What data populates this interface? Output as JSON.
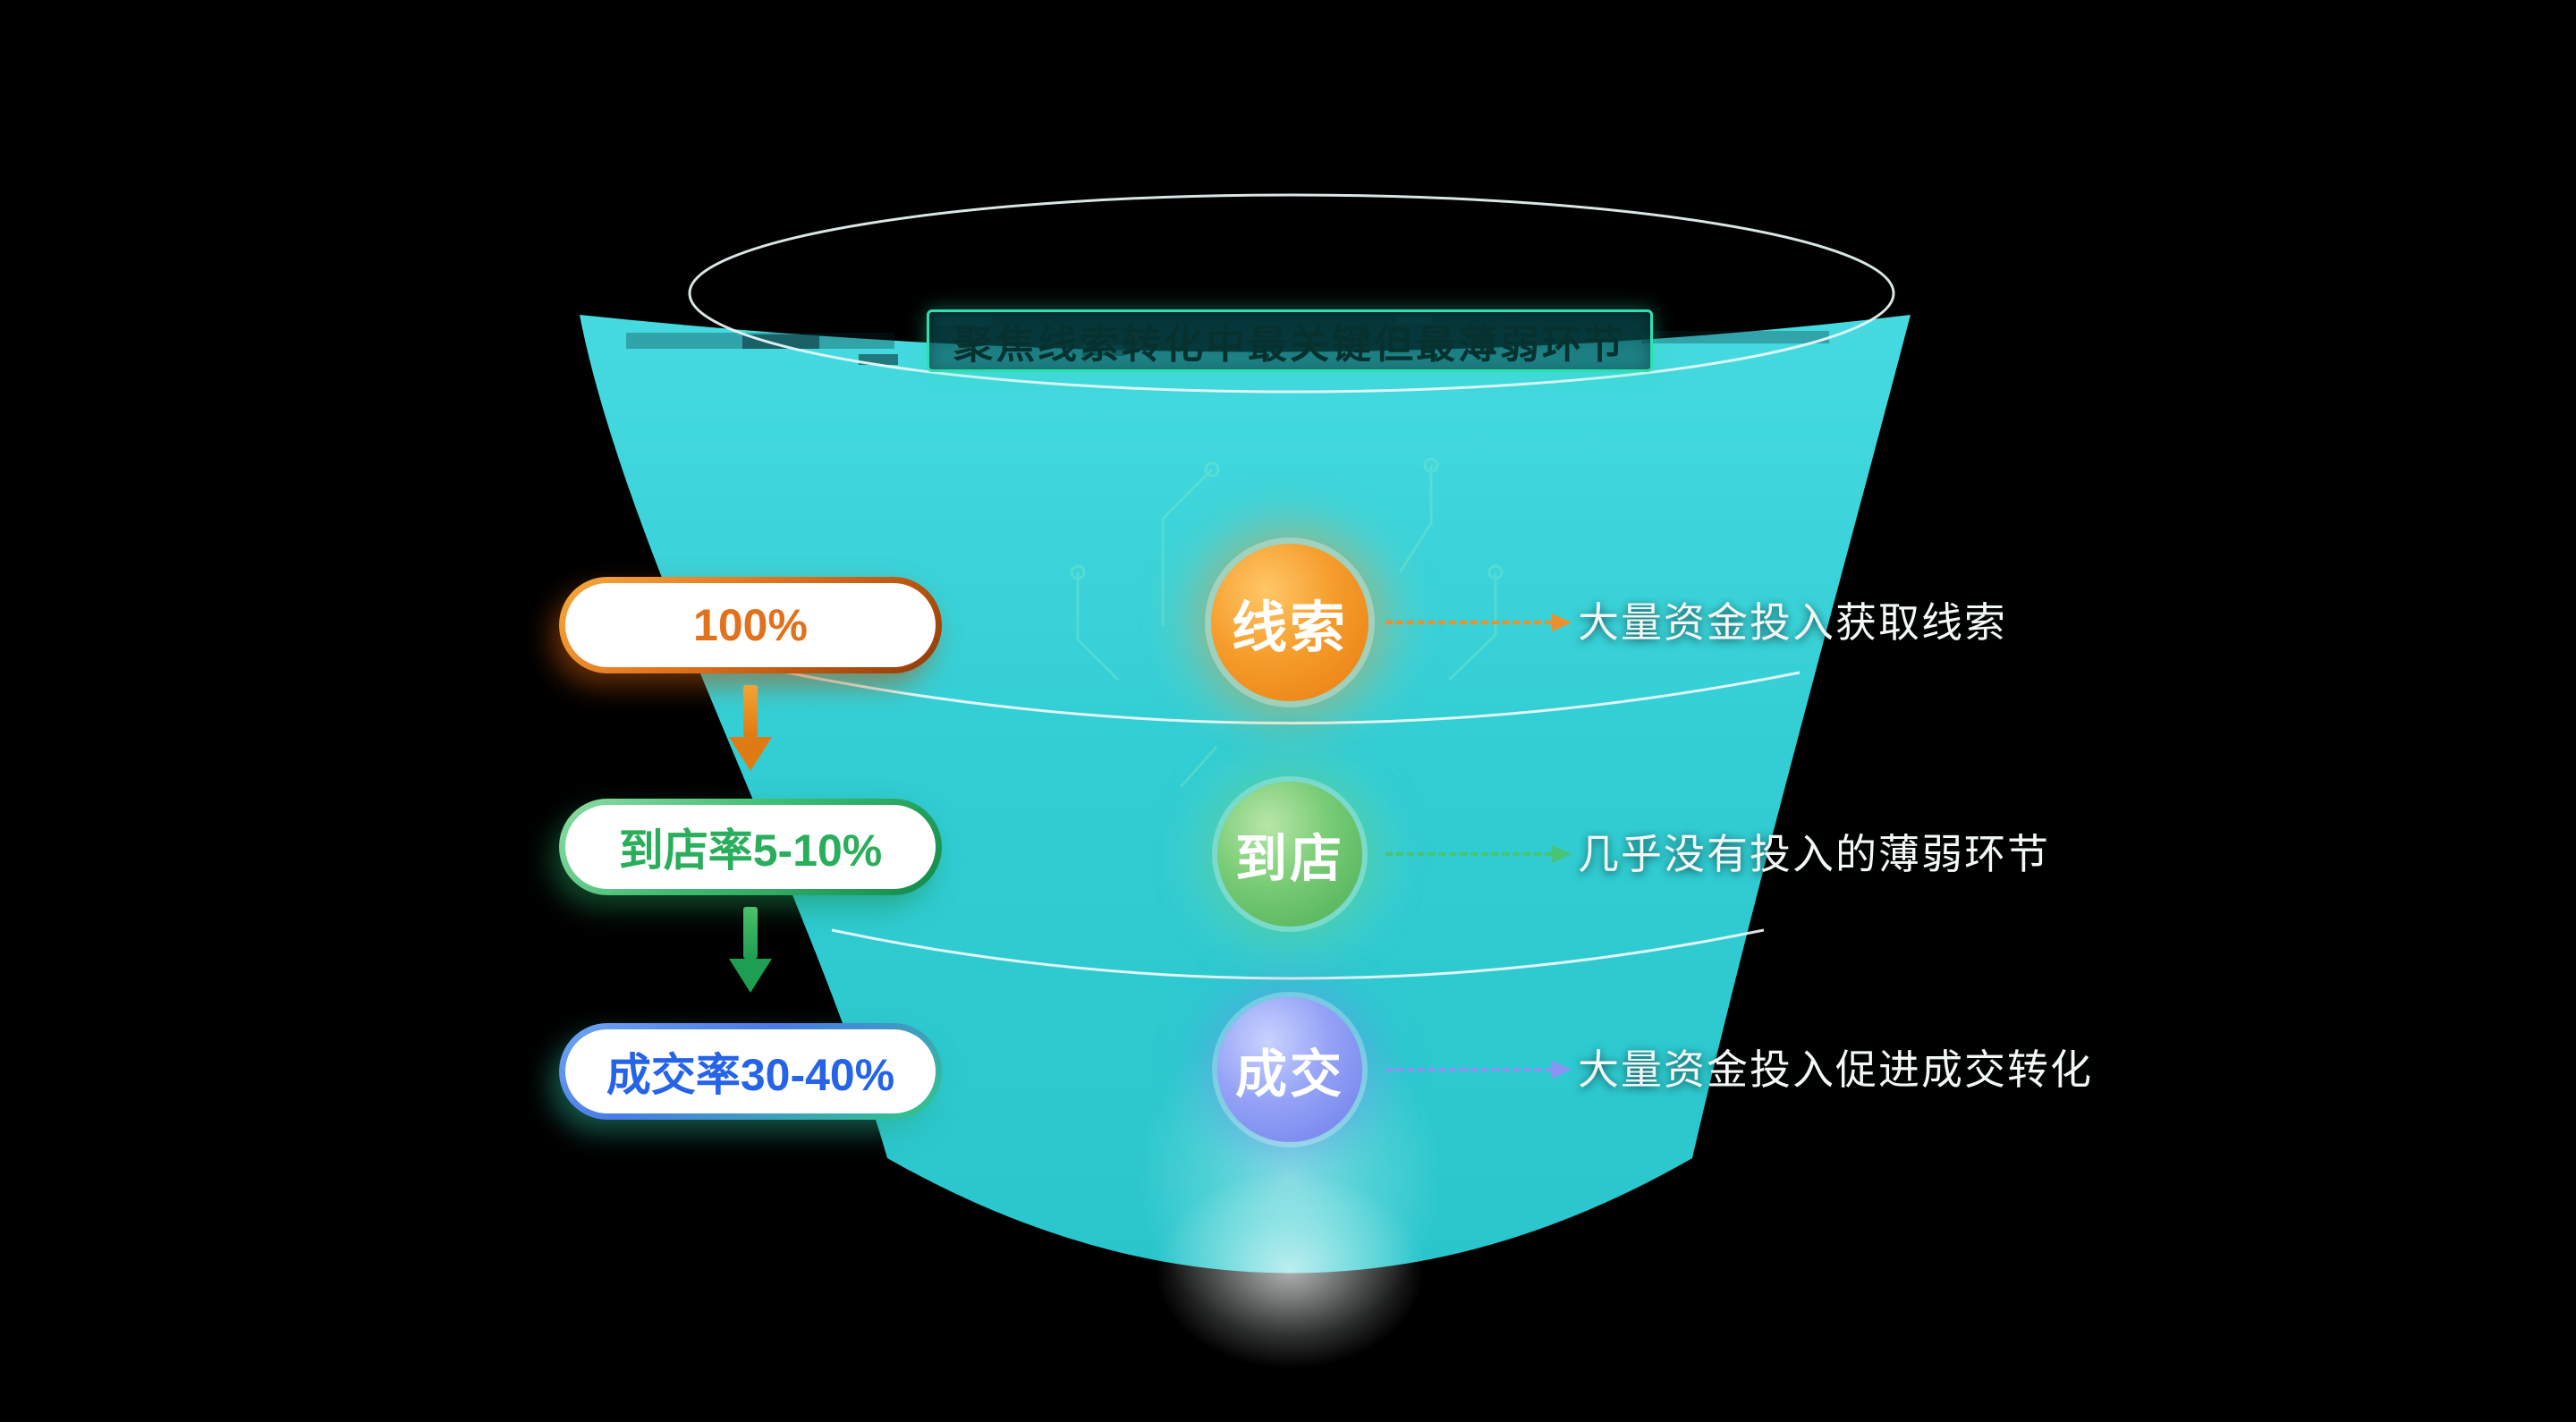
{
  "title": {
    "text": "聚焦线索转化中最关键但最薄弱环节"
  },
  "stages": [
    {
      "name": "leads",
      "circle_label": "线索",
      "rate_label": "100%",
      "annotation": "大量资金投入获取线索",
      "accent": "#EE8418"
    },
    {
      "name": "store-visit",
      "circle_label": "到店",
      "rate_label": "到店率5-10%",
      "annotation": "几乎没有投入的薄弱环节",
      "accent": "#2FAE60"
    },
    {
      "name": "deal",
      "circle_label": "成交",
      "rate_label": "成交率30-40%",
      "annotation": "大量资金投入促进成交转化",
      "accent": "#7B8BF0"
    }
  ],
  "colors": {
    "background": "#000000",
    "funnel_fill": "#31CDD3",
    "separator_line": "#FFFFFF",
    "title_border": "#2EE0B0",
    "title_text": "#06312E",
    "rate1_text": "#E2711D",
    "rate2_text": "#2AAE5C",
    "rate3_text": "#2563E8",
    "annotation_text": "#F2F7F7"
  }
}
